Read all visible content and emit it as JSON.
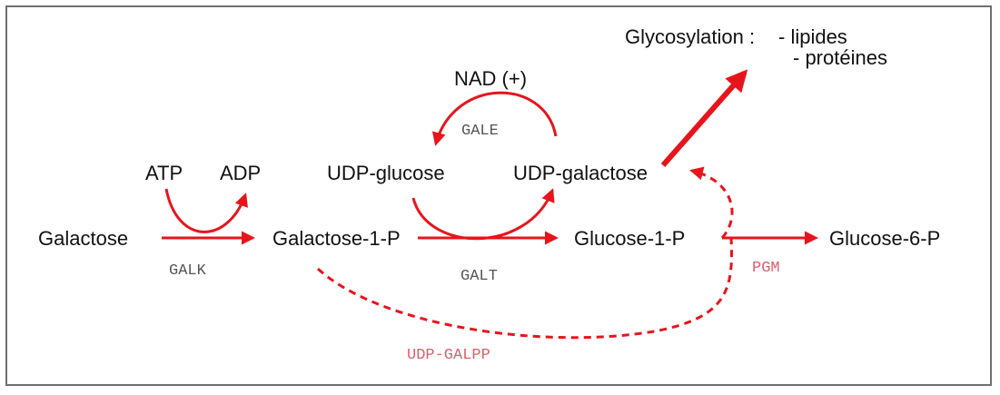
{
  "diagram": {
    "nodes": {
      "galactose": "Galactose",
      "galactose_1p": "Galactose-1-P",
      "glucose_1p": "Glucose-1-P",
      "glucose_6p": "Glucose-6-P",
      "udp_glucose": "UDP-glucose",
      "udp_galactose": "UDP-galactose",
      "atp": "ATP",
      "adp": "ADP",
      "nad": "NAD (+)",
      "glycosylation": "Glycosylation :",
      "glyco_lipides": "- lipides",
      "glyco_proteines": "- protéines"
    },
    "enzymes": {
      "galk": "GALK",
      "galt": "GALT",
      "gale": "GALE",
      "pgm": "PGM",
      "udp_galpp": "UDP-GALPP"
    },
    "colors": {
      "arrow": "#e8141c",
      "enzyme_text": "#555555",
      "enzyme_highlight": "#d9606a",
      "border": "#6f6f6f"
    }
  }
}
